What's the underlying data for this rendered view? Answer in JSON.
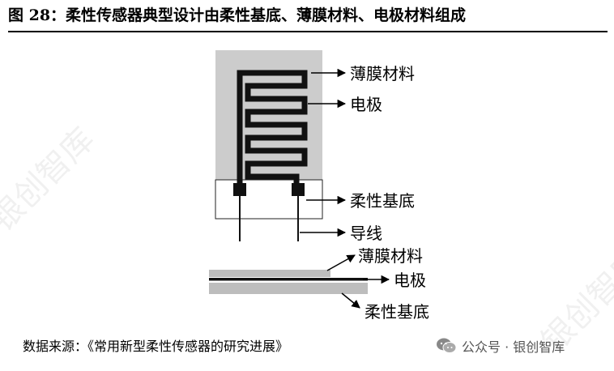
{
  "figure": {
    "title": "图 28：柔性传感器典型设计由柔性基底、薄膜材料、电极材料组成",
    "top_labels": {
      "film": "薄膜材料",
      "electrode": "电极",
      "substrate": "柔性基底",
      "wire": "导线"
    },
    "bottom_labels": {
      "film": "薄膜材料",
      "electrode": "电极",
      "substrate": "柔性基底"
    },
    "source": "数据来源：《常用新型柔性传感器的研究进展》"
  },
  "watermark": {
    "text": "公众号 · 银创智库",
    "icon": "wechat-icon",
    "diagonal_text": "银创智库"
  },
  "colors": {
    "film_gray": "#cccccc",
    "strip_gray": "#bdbdbd",
    "electrode_black": "#111111"
  }
}
